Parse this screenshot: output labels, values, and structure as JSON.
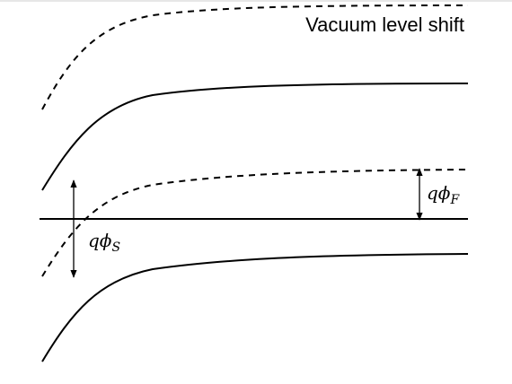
{
  "diagram": {
    "caption": "Vacuum level shift",
    "phi_s_label": {
      "main": "qϕ",
      "sub": "S"
    },
    "phi_f_label": {
      "main": "qϕ",
      "sub": "F"
    }
  }
}
